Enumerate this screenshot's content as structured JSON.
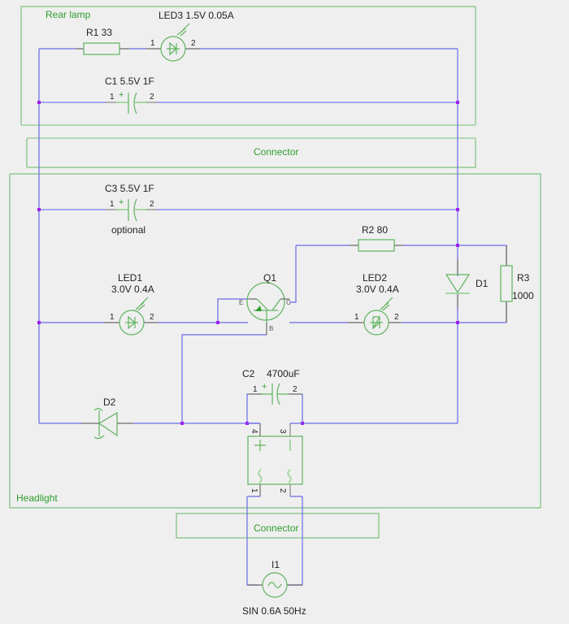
{
  "groups": {
    "rear_lamp": "Rear lamp",
    "connector_top": "Connector",
    "headlight": "Headlight",
    "connector_bottom": "Connector"
  },
  "components": {
    "r1": {
      "ref": "R1",
      "value": "33",
      "label": "R1  33"
    },
    "led3": {
      "label": "LED3 1.5V 0.05A",
      "pin1": "1",
      "pin2": "2"
    },
    "c1": {
      "label": "C1  5.5V   1F",
      "pin1": "1",
      "pin2": "2",
      "polarity": "+"
    },
    "c3": {
      "label": "C3  5.5V   1F",
      "pin1": "1",
      "pin2": "2",
      "polarity": "+",
      "note": "optional"
    },
    "r2": {
      "label": "R2  80"
    },
    "led1": {
      "ref": "LED1",
      "rating": "3.0V 0.4A",
      "pin1": "1",
      "pin2": "2"
    },
    "q1": {
      "ref": "Q1",
      "emitter": "E",
      "collector": "C",
      "base": "B"
    },
    "led2": {
      "ref": "LED2",
      "rating": "3.0V 0.4A",
      "pin1": "1",
      "pin2": "2"
    },
    "d1": {
      "ref": "D1"
    },
    "r3": {
      "ref": "R3",
      "value": "1000"
    },
    "d2": {
      "ref": "D2"
    },
    "c2": {
      "ref": "C2",
      "value": "4700uF",
      "pin1": "1",
      "pin2": "2",
      "polarity": "+"
    },
    "bridge": {
      "pin1": "1",
      "pin2": "2",
      "pin3": "3",
      "pin4": "4",
      "plus": "+",
      "minus": "|",
      "ac1": "~",
      "ac2": "~"
    },
    "i1": {
      "ref": "I1",
      "value": "SIN 0.6A 50Hz"
    }
  },
  "colors": {
    "wire": "#6a6ae8",
    "component": "#5fb35f",
    "frame": "#7cc07c",
    "junction": "#a020f0",
    "group_label": "#2e9e2e",
    "background": "#efefef"
  }
}
